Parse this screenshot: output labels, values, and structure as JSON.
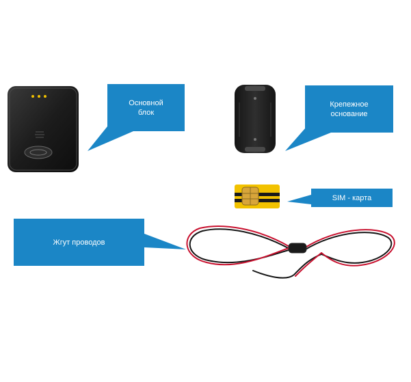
{
  "labels": {
    "main_unit": "Основной\nблок",
    "mount_base": "Крепежное\nоснование",
    "sim_card": "SIM - карта",
    "wire_harness": "Жгут проводов"
  },
  "colors": {
    "label_background": "#1b86c6",
    "label_text": "#ffffff",
    "device_body": "#1c1c1c",
    "led": "#f2c200",
    "sim_yellow": "#f2c200",
    "sim_chip": "#d8a53a",
    "wire_red": "#c8102e",
    "wire_black": "#141414"
  },
  "device": {
    "led_count": 3
  }
}
